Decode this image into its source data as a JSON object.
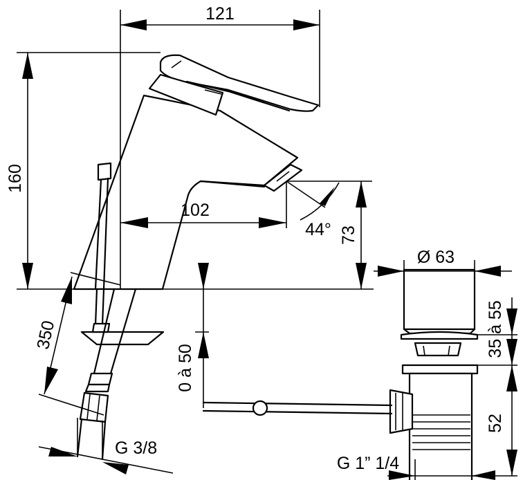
{
  "dimensions": {
    "width_top": "121",
    "height_total": "160",
    "spout_reach": "102",
    "spout_angle": "44°",
    "spout_height": "73",
    "hose_length": "350",
    "thread_faucet": "G  3/8",
    "drain_diameter": "Ø 63",
    "drain_upper": "35 à 55",
    "drain_lower": "52",
    "rod_range": "0 à 50",
    "thread_drain": "G 1” 1/4"
  }
}
